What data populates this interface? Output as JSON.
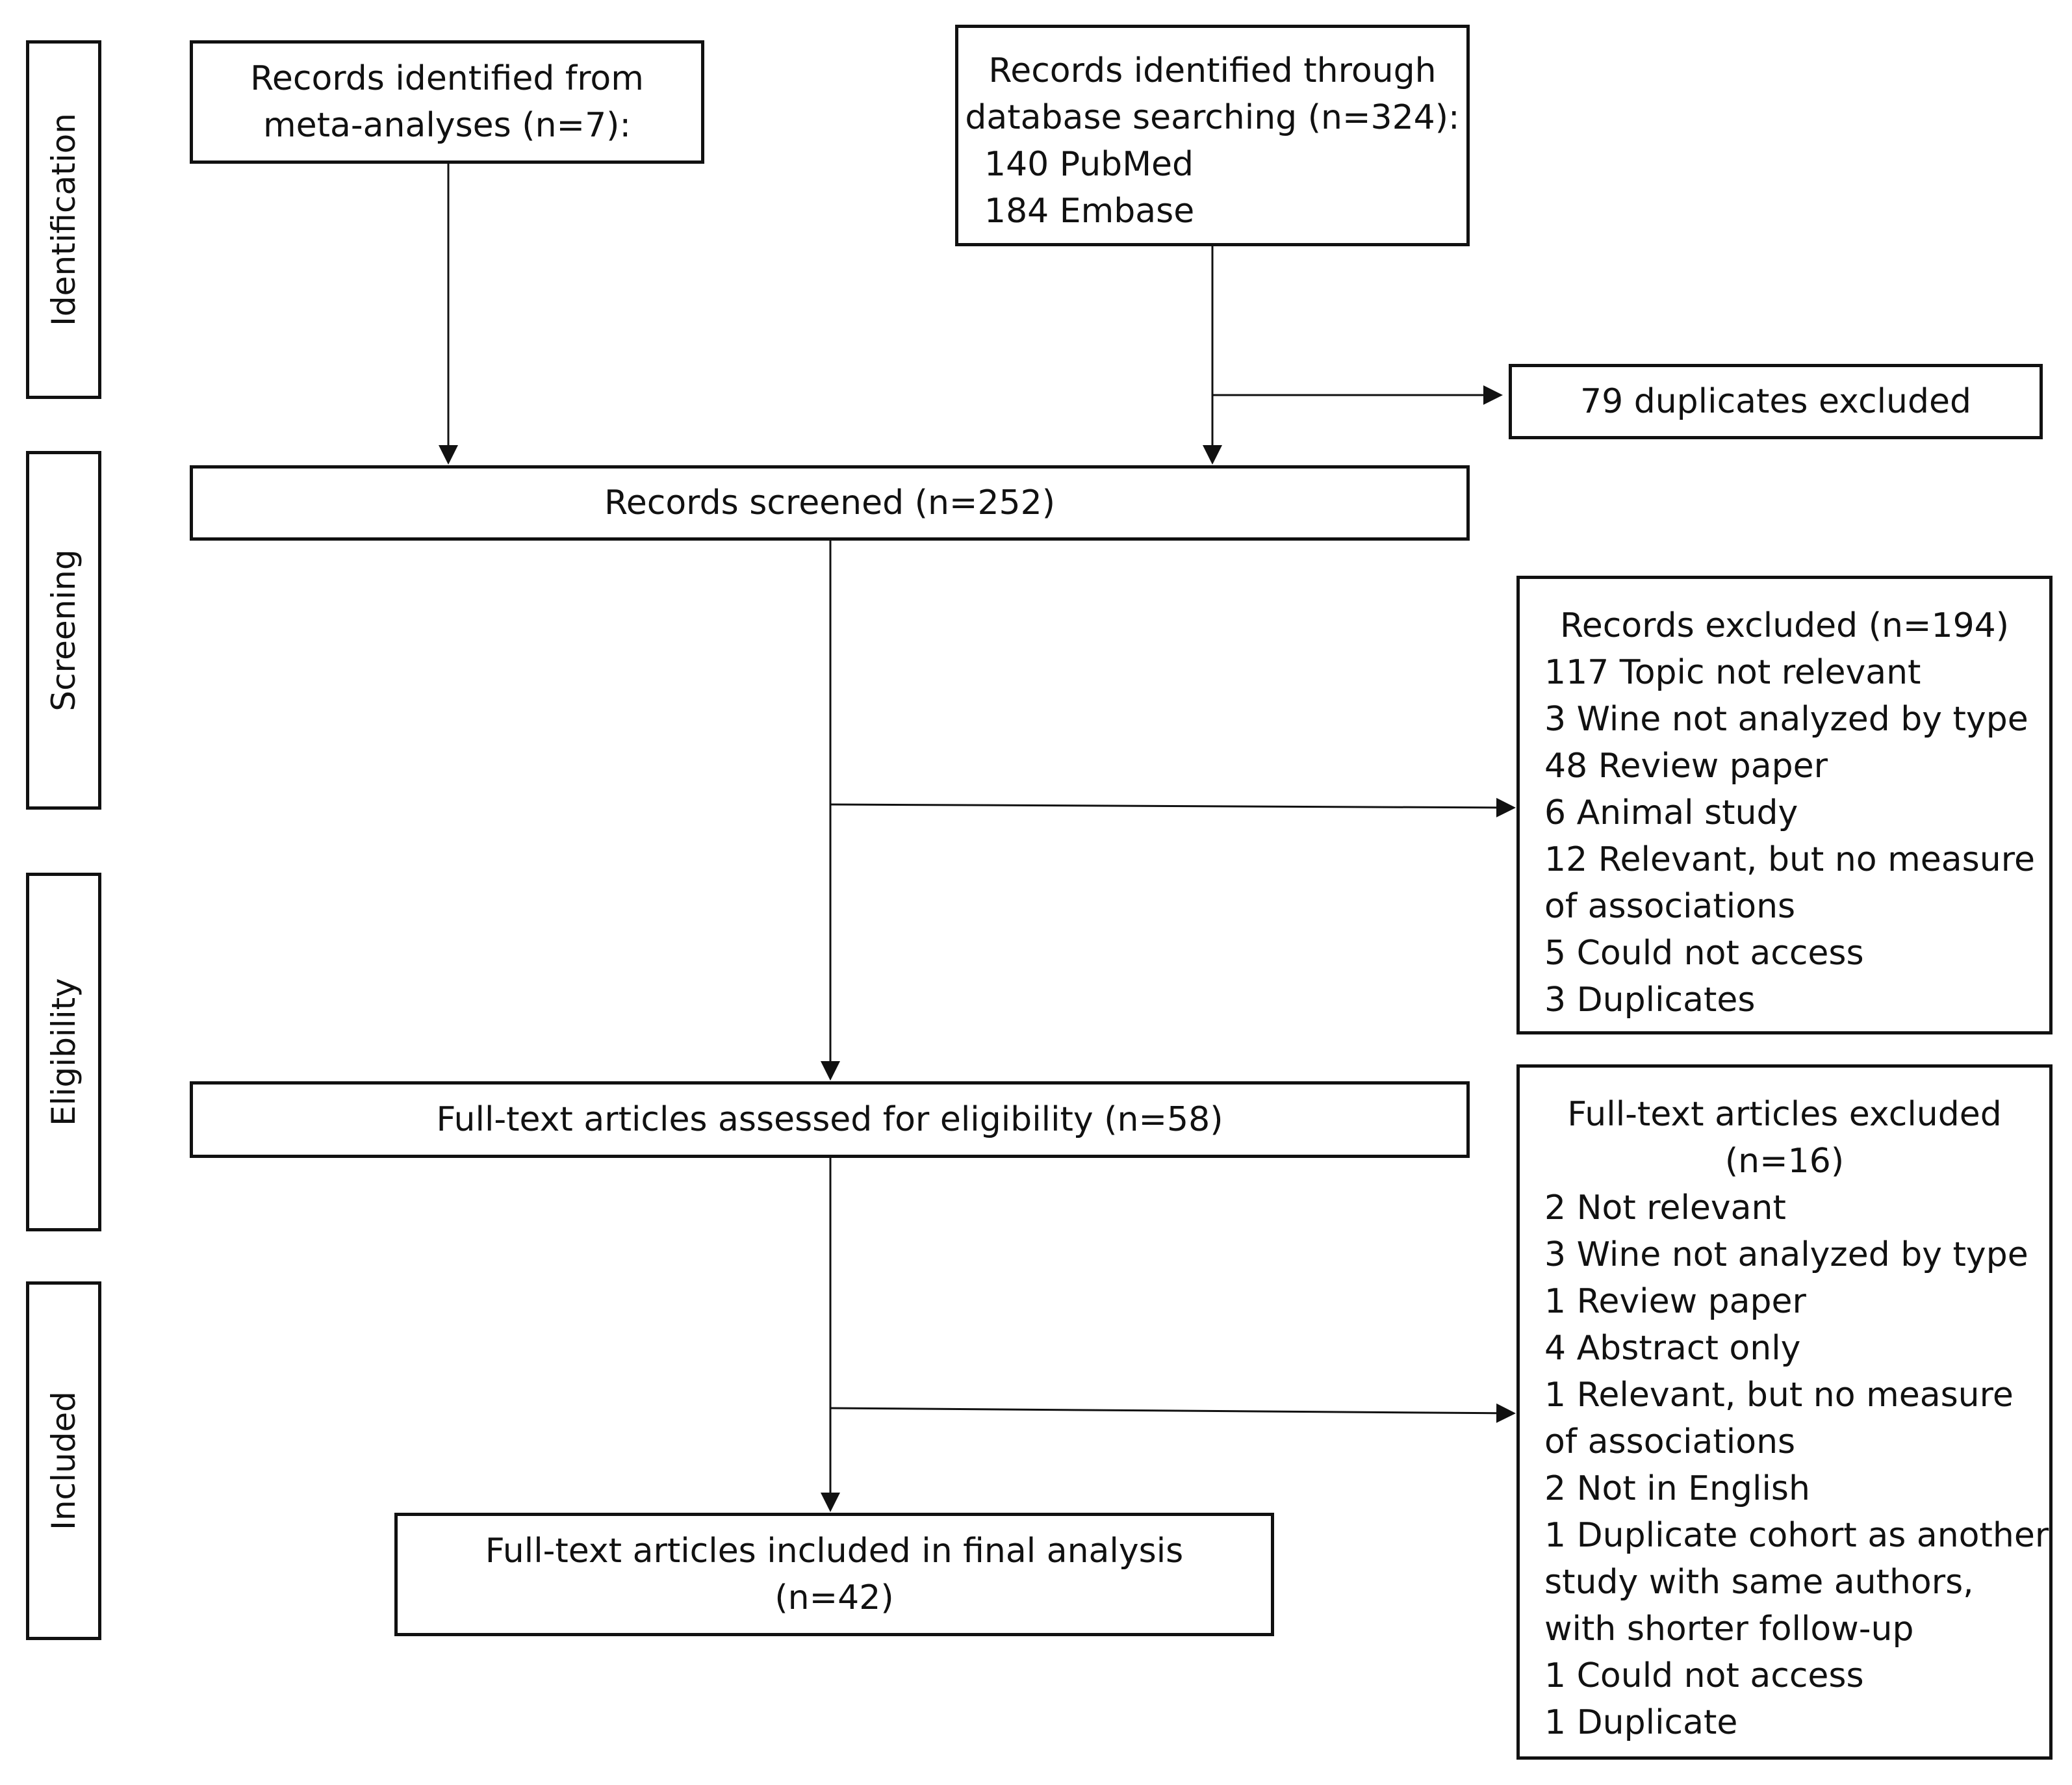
{
  "stages": {
    "identification": "Identification",
    "screening": "Screening",
    "eligibility": "Eligibility",
    "included": "Included"
  },
  "meta_box": {
    "lines": [
      "Records identified from",
      "meta-analyses (n=7):"
    ]
  },
  "database_box": {
    "header": [
      "Records identified through",
      "database searching (n=324):"
    ],
    "items": [
      "140 PubMed",
      "184 Embase"
    ]
  },
  "duplicates_box": {
    "text": "79 duplicates excluded"
  },
  "screened_box": {
    "text": "Records screened (n=252)"
  },
  "records_excluded_box": {
    "header": "Records excluded (n=194)",
    "items": [
      "117 Topic not relevant",
      "3 Wine not analyzed by type",
      "48 Review paper",
      "6 Animal study",
      "12 Relevant, but no measure",
      "of associations",
      "5 Could not access",
      "3 Duplicates"
    ]
  },
  "assessed_box": {
    "text": "Full-text articles assessed for eligibility (n=58)"
  },
  "fulltext_excluded_box": {
    "header": [
      "Full-text articles excluded",
      "(n=16)"
    ],
    "items": [
      "2 Not relevant",
      "3 Wine not analyzed by type",
      "1 Review paper",
      "4 Abstract only",
      "1 Relevant, but no measure",
      "of associations",
      "2 Not in English",
      "1 Duplicate cohort as another",
      "study with same authors,",
      "with shorter follow-up",
      "1 Could not access",
      "1 Duplicate"
    ]
  },
  "included_box": {
    "lines": [
      "Full-text articles included in final analysis",
      "(n=42)"
    ]
  }
}
